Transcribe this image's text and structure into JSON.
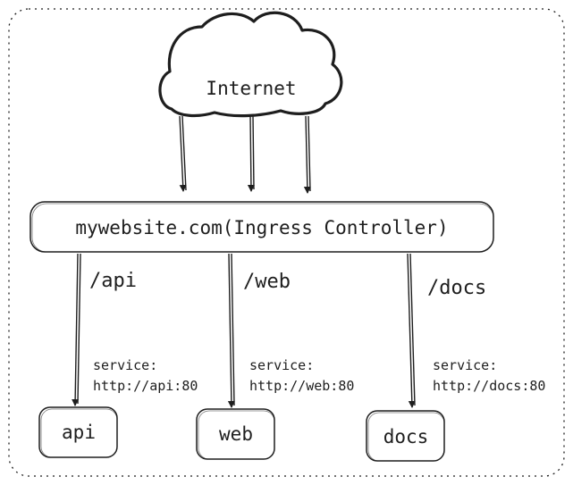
{
  "cloud": {
    "label": "Internet"
  },
  "ingress": {
    "label": "mywebsite.com(Ingress Controller)"
  },
  "routes": [
    {
      "path": "/api",
      "service_line1": "service:",
      "service_line2": "http://api:80",
      "box_label": "api"
    },
    {
      "path": "/web",
      "service_line1": "service:",
      "service_line2": "http://web:80",
      "box_label": "web"
    },
    {
      "path": "/docs",
      "service_line1": "service:",
      "service_line2": "http://docs:80",
      "box_label": "docs"
    }
  ],
  "colors": {
    "stroke": "#1e1e1e",
    "background": "#ffffff"
  }
}
